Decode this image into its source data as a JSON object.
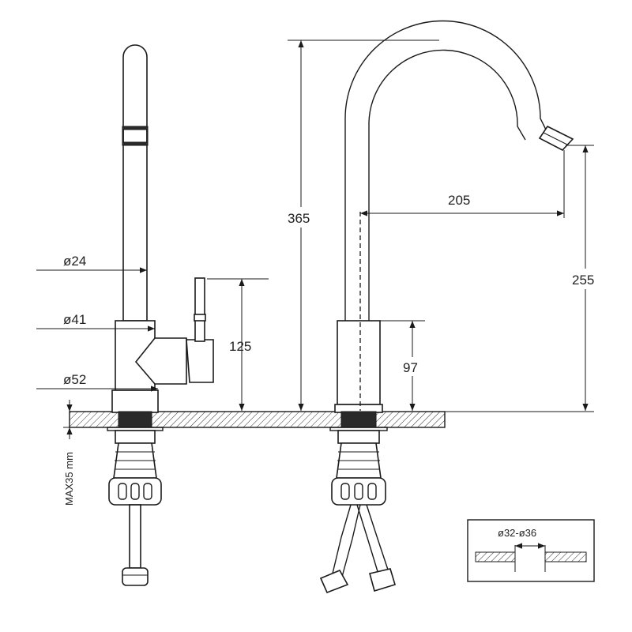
{
  "dimensions": {
    "d24": "ø24",
    "d41": "ø41",
    "d52": "ø52",
    "h125": "125",
    "h365": "365",
    "w205": "205",
    "h255": "255",
    "h97": "97",
    "max35": "MAX35 mm",
    "hole": "ø32-ø36"
  }
}
